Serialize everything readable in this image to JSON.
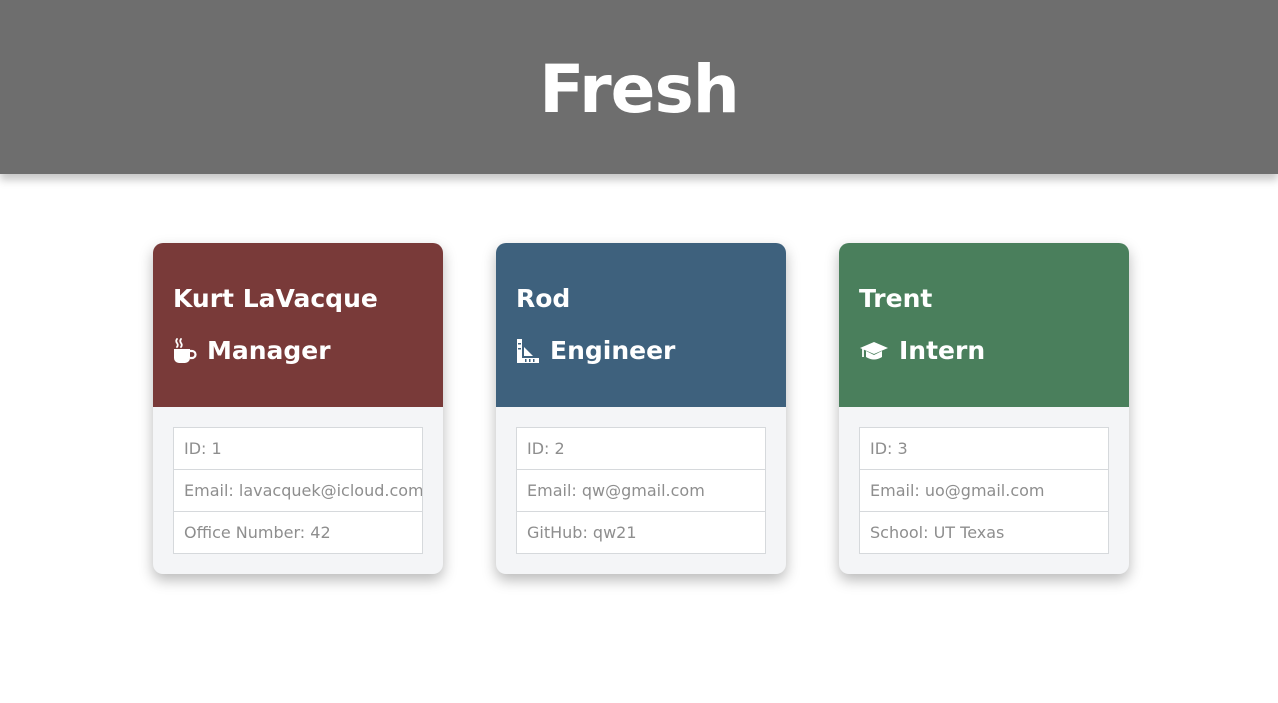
{
  "header": {
    "title": "Fresh"
  },
  "colors": {
    "header_bg": "#6e6e6e",
    "manager": "#793a39",
    "engineer": "#3e617d",
    "intern": "#4a7f5c",
    "card_body": "#f4f5f7"
  },
  "employees": [
    {
      "name": "Kurt LaVacque",
      "role": "Manager",
      "role_icon": "mug-icon",
      "color": "#793a39",
      "details": [
        "ID: 1",
        "Email: lavacquek@icloud.com",
        "Office Number: 42"
      ]
    },
    {
      "name": "Rod",
      "role": "Engineer",
      "role_icon": "ruler-triangle-icon",
      "color": "#3e617d",
      "details": [
        "ID: 2",
        "Email: qw@gmail.com",
        "GitHub: qw21"
      ]
    },
    {
      "name": "Trent",
      "role": "Intern",
      "role_icon": "graduation-cap-icon",
      "color": "#4a7f5c",
      "details": [
        "ID: 3",
        "Email: uo@gmail.com",
        "School: UT Texas"
      ]
    }
  ]
}
